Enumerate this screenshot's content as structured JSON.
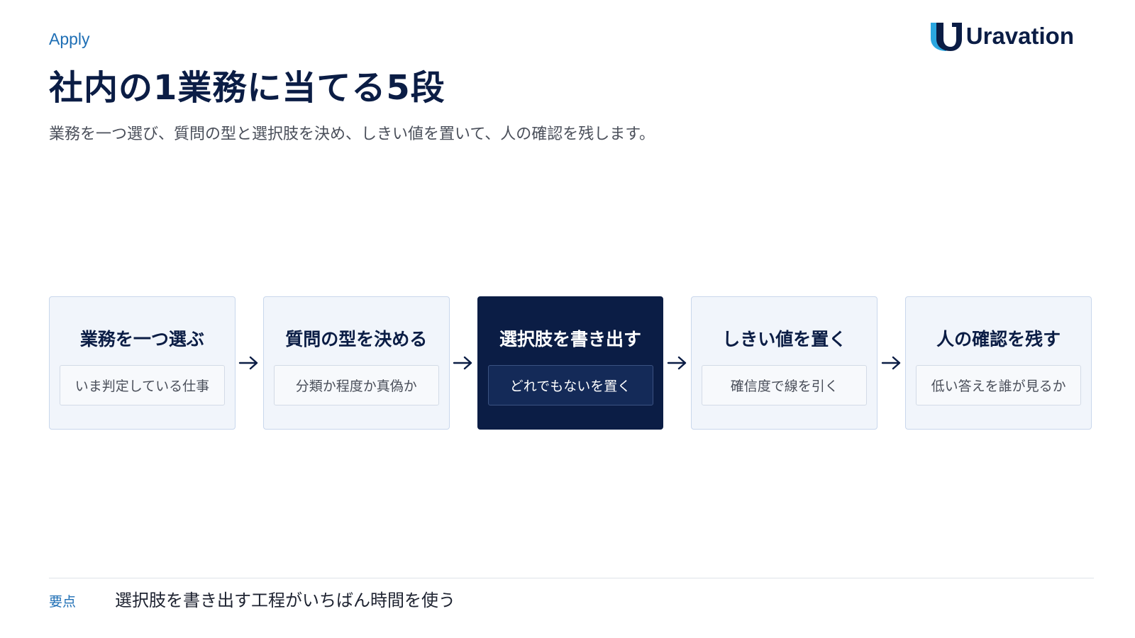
{
  "header": {
    "eyebrow": "Apply",
    "title": "社内の1業務に当てる5段",
    "subtitle": "業務を一つ選び、質問の型と選択肢を決め、しきい値を置いて、人の確認を残します。"
  },
  "logo": {
    "text": "Uravation",
    "icon": "uravation-logo-mark",
    "colors": {
      "navy": "#0b1d45",
      "blue": "#2aa6e0"
    }
  },
  "steps": [
    {
      "title": "業務を一つ選ぶ",
      "sub": "いま判定している仕事",
      "active": false
    },
    {
      "title": "質問の型を決める",
      "sub": "分類か程度か真偽か",
      "active": false
    },
    {
      "title": "選択肢を書き出す",
      "sub": "どれでもないを置く",
      "active": true
    },
    {
      "title": "しきい値を置く",
      "sub": "確信度で線を引く",
      "active": false
    },
    {
      "title": "人の確認を残す",
      "sub": "低い答えを誰が見るか",
      "active": false
    }
  ],
  "arrow_icon": "arrow-right-icon",
  "footer": {
    "label": "要点",
    "text": "選択肢を書き出す工程がいちばん時間を使う"
  },
  "colors": {
    "navy": "#0b1d45",
    "accent_blue": "#1f6fb5",
    "step_bg": "#f1f5fb",
    "step_border": "#c9d7ec"
  }
}
